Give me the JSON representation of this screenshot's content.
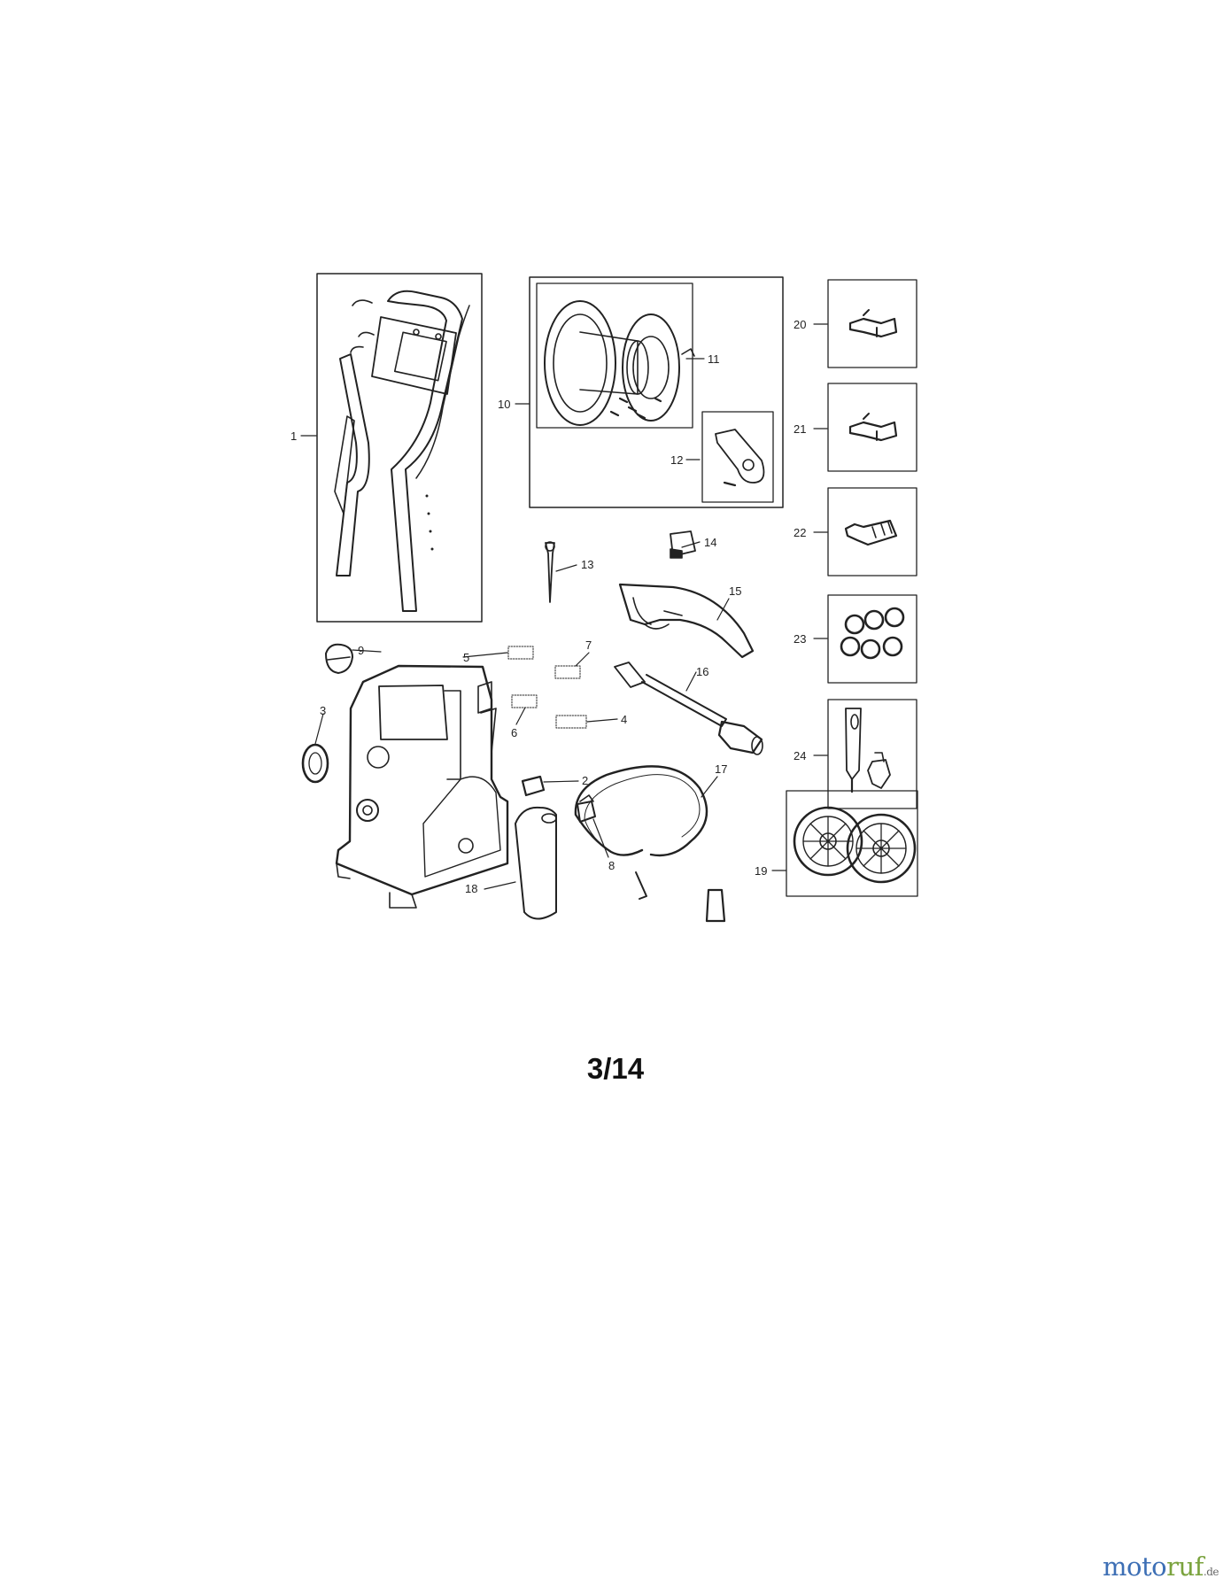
{
  "page_number": "3/14",
  "watermark": {
    "part1": "moto",
    "part2": "ruf",
    "tld": ".de"
  },
  "callouts": {
    "p1": "1",
    "p2": "2",
    "p3": "3",
    "p4": "4",
    "p5": "5",
    "p6": "6",
    "p7": "7",
    "p8": "8",
    "p9": "9",
    "p10": "10",
    "p11": "11",
    "p12": "12",
    "p13": "13",
    "p14": "14",
    "p15": "15",
    "p16": "16",
    "p17": "17",
    "p18": "18",
    "p19": "19",
    "p20": "20",
    "p21": "21",
    "p22": "22",
    "p23": "23",
    "p24": "24"
  }
}
